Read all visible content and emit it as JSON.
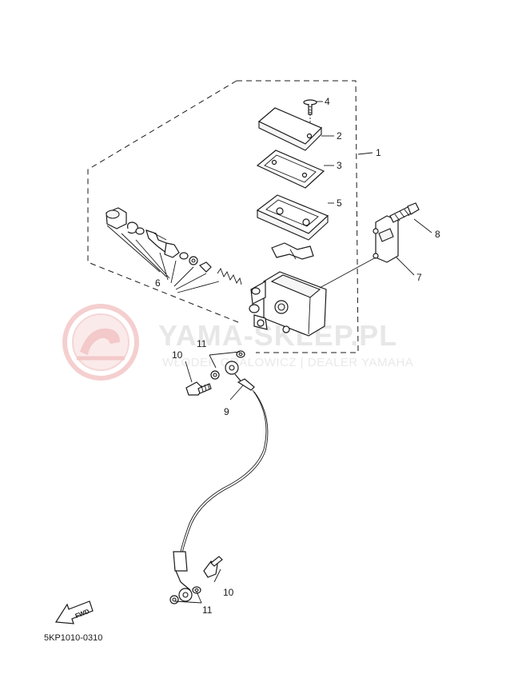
{
  "diagram": {
    "part_code": "5KP1010-0310",
    "fwd_label": "FWD",
    "callouts": {
      "c1": "1",
      "c2": "2",
      "c3": "3",
      "c4": "4",
      "c5": "5",
      "c6": "6",
      "c7": "7",
      "c8": "8",
      "c9": "9",
      "c10a": "10",
      "c10b": "10",
      "c11a": "11",
      "c11b": "11"
    }
  },
  "watermark": {
    "title": "YAMA-SKLEP.PL",
    "subtitle": "WŁODEK GRALOWICZ | DEALER YAMAHA",
    "color": "#e8e8e8",
    "logo_color": "#f6d3d3"
  }
}
